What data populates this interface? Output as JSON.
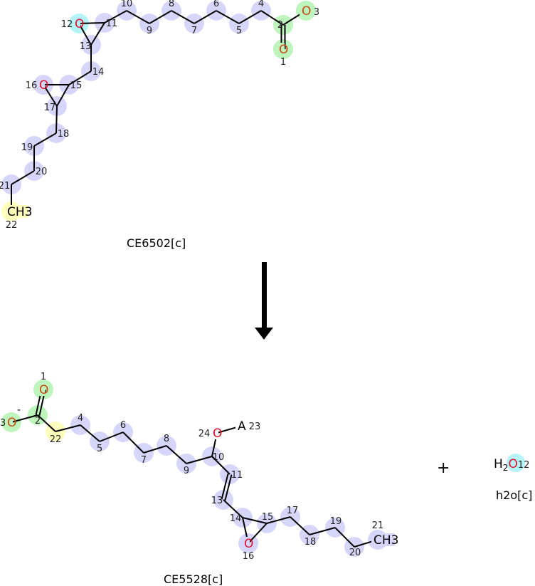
{
  "colors": {
    "carbon_hl": "#d6d6fb",
    "acid_hl": "#bdf5bd",
    "cyan_hl": "#b4f6f8",
    "yellow_hl": "#ffffbe",
    "oxygen": "#e0102a",
    "acid_oxygen": "#c84a10",
    "bond": "#000000"
  },
  "reactant": {
    "name": "CE6502[c]",
    "atoms": [
      {
        "num": "1",
        "el": "O",
        "hl": "acid"
      },
      {
        "num": "2",
        "el": "",
        "hl": "acid"
      },
      {
        "num": "3",
        "el": "O",
        "charge": "-",
        "hl": "acid"
      },
      {
        "num": "4",
        "el": "",
        "hl": "c"
      },
      {
        "num": "5",
        "el": "",
        "hl": "c"
      },
      {
        "num": "6",
        "el": "",
        "hl": "c"
      },
      {
        "num": "7",
        "el": "",
        "hl": "c"
      },
      {
        "num": "8",
        "el": "",
        "hl": "c"
      },
      {
        "num": "9",
        "el": "",
        "hl": "c"
      },
      {
        "num": "10",
        "el": "",
        "hl": "c"
      },
      {
        "num": "11",
        "el": "",
        "hl": "c"
      },
      {
        "num": "12",
        "el": "O",
        "hl": "cyan"
      },
      {
        "num": "13",
        "el": "",
        "hl": "c"
      },
      {
        "num": "14",
        "el": "",
        "hl": "c"
      },
      {
        "num": "15",
        "el": "",
        "hl": "c"
      },
      {
        "num": "16",
        "el": "O",
        "hl": "c"
      },
      {
        "num": "17",
        "el": "",
        "hl": "c"
      },
      {
        "num": "18",
        "el": "",
        "hl": "c"
      },
      {
        "num": "19",
        "el": "",
        "hl": "c"
      },
      {
        "num": "20",
        "el": "",
        "hl": "c"
      },
      {
        "num": "21",
        "el": "",
        "hl": "c"
      },
      {
        "num": "22",
        "el": "CH3",
        "hl": "yellow"
      }
    ]
  },
  "product": {
    "name": "CE5528[c]",
    "atoms": [
      {
        "num": "1",
        "el": "O",
        "hl": "acid"
      },
      {
        "num": "2",
        "el": "",
        "hl": "acid"
      },
      {
        "num": "3",
        "el": "O",
        "charge": "-",
        "hl": "acid"
      },
      {
        "num": "22",
        "el": "",
        "hl": "yellow"
      },
      {
        "num": "4",
        "el": "",
        "hl": "c"
      },
      {
        "num": "5",
        "el": "",
        "hl": "c"
      },
      {
        "num": "6",
        "el": "",
        "hl": "c"
      },
      {
        "num": "7",
        "el": "",
        "hl": "c"
      },
      {
        "num": "8",
        "el": "",
        "hl": "c"
      },
      {
        "num": "9",
        "el": "",
        "hl": "c"
      },
      {
        "num": "10",
        "el": "",
        "hl": "c"
      },
      {
        "num": "11",
        "el": "",
        "hl": "c"
      },
      {
        "num": "13",
        "el": "",
        "hl": "c"
      },
      {
        "num": "14",
        "el": "",
        "hl": "c"
      },
      {
        "num": "15",
        "el": "",
        "hl": "c"
      },
      {
        "num": "16",
        "el": "O",
        "hl": "c"
      },
      {
        "num": "17",
        "el": "",
        "hl": "c"
      },
      {
        "num": "18",
        "el": "",
        "hl": "c"
      },
      {
        "num": "19",
        "el": "",
        "hl": "c"
      },
      {
        "num": "20",
        "el": "",
        "hl": "c"
      },
      {
        "num": "21",
        "el": "CH3",
        "hl": "c"
      },
      {
        "num": "24",
        "el": "O",
        "hl": "none"
      },
      {
        "num": "23",
        "el": "A",
        "hl": "none"
      }
    ]
  },
  "coproduct": {
    "name": "h2o[c]",
    "formula_h": "H",
    "formula_sub": "2",
    "formula_o": "O",
    "num": "12"
  },
  "plus_sign": "+"
}
